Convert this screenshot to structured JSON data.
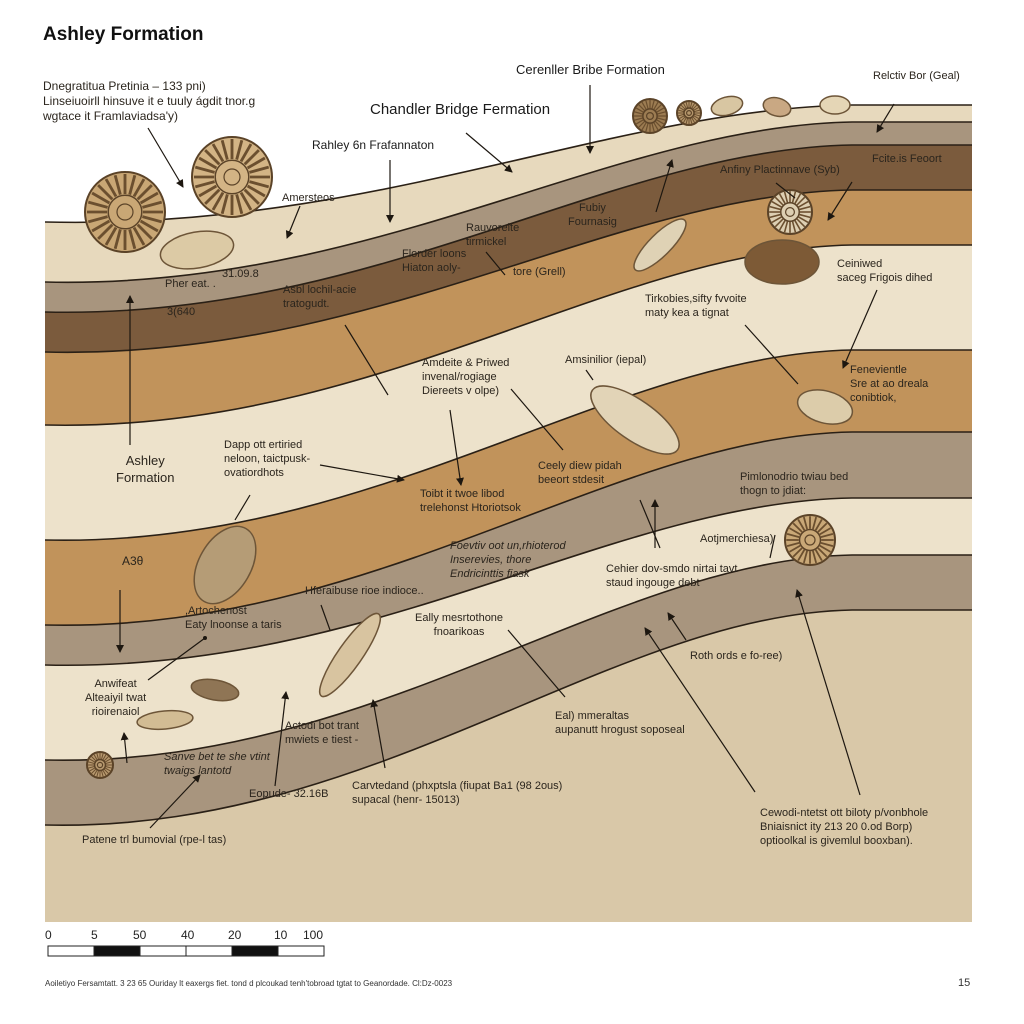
{
  "title": "Ashley Formation",
  "colors": {
    "sand_top": "#e7d9bd",
    "gray_brown": "#a8957e",
    "dark_brown": "#7b5b3d",
    "ochre": "#c1935b",
    "cream": "#ede2cb",
    "base_beige": "#d9c8a8",
    "outline": "#2a2016"
  },
  "labels": {
    "intro_note": "Dnegratitua Pretinia – 133 pni)\nLinseiuoirll hinsuve it e tuuly ágdit tnor.g\nwgtace it Framlaviadsa'y)",
    "cerenller": "Cerenller Bribe Formation",
    "chandler": "Chandler Bridge Fermation",
    "rahley": "Rahley 6n Frafannaton",
    "relctiv": "Relctiv Bor (Geal)",
    "amersteos": "Amersteos",
    "fubiy": "Fubiy\nFournasig",
    "rauvoreite": "Rauvoreite\ntirmickel",
    "florder": "Florder loons\nHiaton aoly-",
    "tore": "tore (Grell)",
    "num_31098": "31.09.8",
    "pher": "Pher eat. .",
    "num_3640": "3(640",
    "asbl": "Asbl lochil-acie\ntratogudt.",
    "anfiny": "Anfiny Plactinnave (Syb)",
    "fcite": "Fcite.is Feoort",
    "ceiniwed": "Ceiniwed\nsaceg Frigois dihed",
    "tirkobies": "Tirkobies,sifty fvvoite\nmaty kea a tignat",
    "amdeite": "Amdeite & Priwed\ninvenal/rogiage\nDiereets v olpe)",
    "amsinilior": "Amsinilior (iepal)",
    "fenevientle": "Fenevientle\nSre at ao dreala\nconibtiok,",
    "ashley_side": "Ashley\nFormation",
    "dapp": "Dapp ott ertiried\nneloon, taictpusk-\novatiordhots",
    "ceely": "Ceely diew pidah\nbeeort stdesit",
    "toibt": "Toibt it twoe libod\ntrelehonst Htoriotsok",
    "pimlonodrio": "Pimlonodrio twiau bed\nthogn to jdiat:",
    "aotjmerchiesa": "Aotjmerchiesa)",
    "a30": "A3θ",
    "foevtiv": "Foevtiv oot un,rhioterod\nInserevies, thore\nEndricinttis fiask",
    "cehier": "Cehier dov-smdo nirtai tavt\nstaud ingouge debt",
    "hferaibuse": "Hferaibuse rioe indioce..",
    "artochenost": ",Artochenost\nEaty lnoonse a taris",
    "eally": "Eally mesrtothone\nfnoarikoas",
    "roth": "Roth ords e fo-ree)",
    "anwifeat": "Anwifeat\nAlteaiyil twat\nrioirenaiol",
    "actodi": "Actodi bot trant\nmwiets e tiest -",
    "eal": "Eal) mmeraltas\naupanutt hrogust soposeal",
    "sanve": "Sanve bet te she vtint\ntwaigs lantotd",
    "carvtedand": "Carvtedand (phxptsla (fiupat Ba1 (98 2ous)\nsupacal (henr- 15013)",
    "eopude": "Eopude- 32.16B",
    "cewodi": "Cewodi-ntetst ott biloty p/vonbhole\nBniaisnict ity 213 20 0.od Borp)\noptioolkal is givemlul booxban).",
    "patene": "Patene trl bumovial (rpe-l tas)"
  },
  "scale_bar": {
    "ticks": [
      "0",
      "5",
      "50",
      "40",
      "20",
      "10",
      "100"
    ]
  },
  "footer": "Aoiletiyo Fersamtatt. 3 23 65 Ouriday lt eaxergs fiet. tond d plcoukad tenh'tobroad tgtat to Geanordade. Cl:Dz-0023",
  "page_number": "15"
}
